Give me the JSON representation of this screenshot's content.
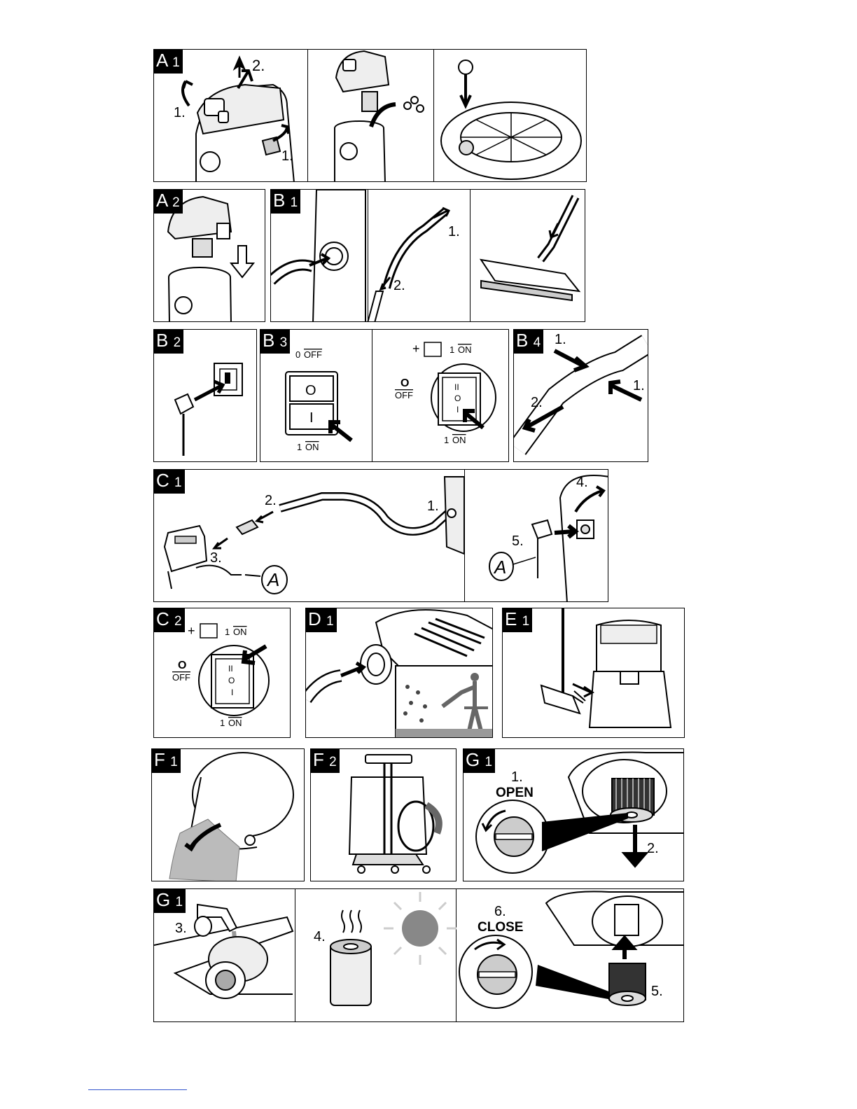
{
  "figures": {
    "A1": {
      "letter": "A",
      "num": "1",
      "steps": [
        "1.",
        "2.",
        "1."
      ]
    },
    "A2": {
      "letter": "A",
      "num": "2"
    },
    "B1": {
      "letter": "B",
      "num": "1",
      "steps": [
        "1.",
        "2."
      ]
    },
    "B2": {
      "letter": "B",
      "num": "2"
    },
    "B3": {
      "letter": "B",
      "num": "3",
      "off_label": "OFF",
      "on_label": "ON",
      "zero": "0",
      "one": "1",
      "switch_o": "O",
      "switch_i": "I",
      "plus": "+",
      "big_o": "O",
      "switch_ii": "II",
      "switch_small_o": "O",
      "switch_small_i": "I"
    },
    "B4": {
      "letter": "B",
      "num": "4",
      "steps": [
        "1.",
        "1.",
        "2."
      ]
    },
    "C1": {
      "letter": "C",
      "num": "1",
      "steps": [
        "2.",
        "1.",
        "3.",
        "4.",
        "5."
      ],
      "plug_mark": "A"
    },
    "C2": {
      "letter": "C",
      "num": "2",
      "plus": "+",
      "one": "1",
      "on_label": "ON",
      "big_o": "O",
      "off_label": "OFF",
      "switch_ii": "II",
      "switch_small_o": "O",
      "switch_small_i": "I"
    },
    "D1": {
      "letter": "D",
      "num": "1"
    },
    "E1": {
      "letter": "E",
      "num": "1"
    },
    "F1": {
      "letter": "F",
      "num": "1"
    },
    "F2": {
      "letter": "F",
      "num": "2"
    },
    "G1a": {
      "letter": "G",
      "num": "1",
      "step1": "1.",
      "open": "OPEN",
      "step2": "2."
    },
    "G1b": {
      "letter": "G",
      "num": "1",
      "step3": "3.",
      "step4": "4.",
      "step6": "6.",
      "close": "CLOSE",
      "step5": "5."
    }
  },
  "colors": {
    "ink": "#000000",
    "paper": "#ffffff",
    "shade": "#b0b0b0",
    "sun": "#808080",
    "link_line": "#3355cc"
  }
}
